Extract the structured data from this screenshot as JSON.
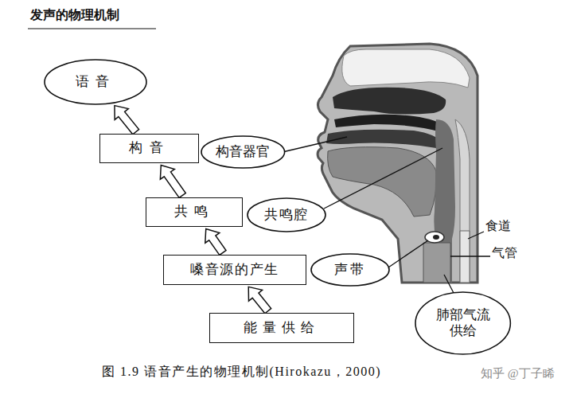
{
  "diagram": {
    "title": "发声的物理机制",
    "caption": "图 1.9 语音产生的物理机制(Hirokazu，2000)",
    "nodes": [
      {
        "text": [
          "语音"
        ]
      },
      {
        "text": [
          "构音"
        ]
      },
      {
        "text": [
          "构音器官"
        ]
      },
      {
        "text": [
          "共鸣"
        ]
      },
      {
        "text": [
          "共鸣腔"
        ]
      },
      {
        "text": [
          "嗓音源的产生"
        ]
      },
      {
        "text": [
          "声带"
        ]
      },
      {
        "text": [
          "能量供给"
        ]
      },
      {
        "text": [
          "肺部气流 供给"
        ]
      }
    ],
    "edges": [
      {
        "from": 7,
        "to": 5,
        "arrow": "to"
      },
      {
        "from": 5,
        "to": 3,
        "arrow": "to"
      },
      {
        "from": 3,
        "to": 1,
        "arrow": "to"
      },
      {
        "from": 1,
        "to": 0,
        "arrow": "to"
      }
    ],
    "labels": [
      "食道",
      "气管",
      "知乎 @丁子睎"
    ]
  }
}
